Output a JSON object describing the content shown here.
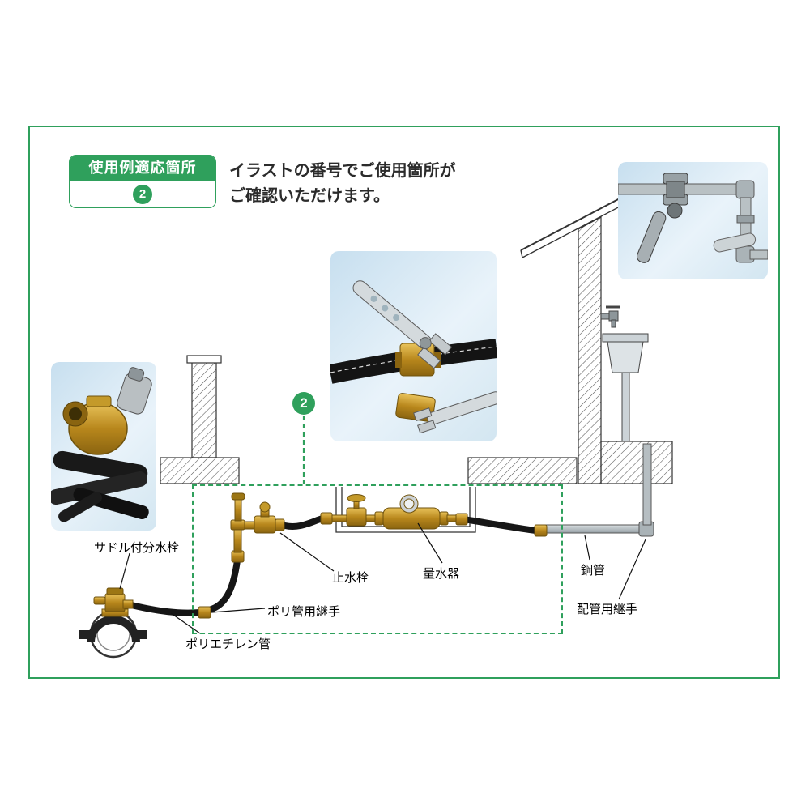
{
  "page": {
    "badge_label": "使用例適応箇所",
    "badge_number": "2"
  },
  "header": {
    "line1": "イラストの番号でご使用箇所が",
    "line2": "ご確認いただけます。"
  },
  "diagram": {
    "marker_number": "2",
    "labels": {
      "saddle_valve": "サドル付分水栓",
      "stop_valve": "止水栓",
      "water_meter": "量水器",
      "steel_pipe": "鋼管",
      "poly_fitting": "ポリ管用継手",
      "piping_fitting": "配管用継手",
      "poly_pipe": "ポリエチレン管"
    }
  },
  "colors": {
    "accent_green": "#2fa05c",
    "brass": "#bf9226",
    "pipe_black": "#161616",
    "steel_gray": "#b6bec2",
    "photo_bg": "#cfe4f0"
  }
}
